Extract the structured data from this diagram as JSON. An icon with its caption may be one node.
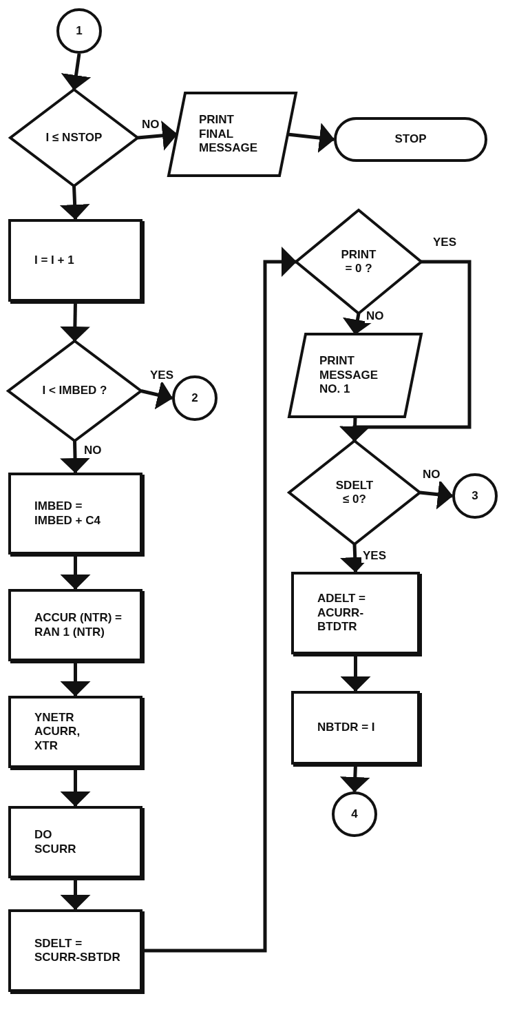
{
  "diagram": {
    "nodes": [
      {
        "text": [
          "1"
        ]
      },
      {
        "text": [
          "I ≤ NSTOP"
        ]
      },
      {
        "text": [
          "PRINT FINAL MESSAGE"
        ]
      },
      {
        "text": [
          "STOP"
        ]
      },
      {
        "text": [
          "I = I + 1"
        ]
      },
      {
        "text": [
          "I < IMBED ?"
        ]
      },
      {
        "text": [
          "2"
        ]
      },
      {
        "text": [
          "IMBED = IMBED + C4"
        ]
      },
      {
        "text": [
          "ACCUR (NTR) = RAN 1 (NTR)"
        ]
      },
      {
        "text": [
          "YNETR ACURR, XTR"
        ]
      },
      {
        "text": [
          "DO SCURR"
        ]
      },
      {
        "text": [
          "SDELT = SCURR-SBTDR"
        ]
      },
      {
        "text": [
          "PRINT = 0 ?"
        ]
      },
      {
        "text": [
          "PRINT MESSAGE NO. 1"
        ]
      },
      {
        "text": [
          "SDELT ≤ 0?"
        ]
      },
      {
        "text": [
          "3"
        ]
      },
      {
        "text": [
          "ADELT = ACURR- BTDTR"
        ]
      },
      {
        "text": [
          "NBTDR = I"
        ]
      },
      {
        "text": [
          "4"
        ]
      }
    ],
    "edges": [
      {
        "from": 0,
        "to": 1,
        "arrow": "to"
      },
      {
        "from": 1,
        "to": 2,
        "arrow": "to",
        "label": "NO"
      },
      {
        "from": 2,
        "to": 3,
        "arrow": "to"
      },
      {
        "from": 1,
        "to": 4,
        "arrow": "to"
      },
      {
        "from": 4,
        "to": 5,
        "arrow": "to"
      },
      {
        "from": 5,
        "to": 6,
        "arrow": "to",
        "label": "YES"
      },
      {
        "from": 5,
        "to": 7,
        "arrow": "to",
        "label": "NO"
      },
      {
        "from": 7,
        "to": 8,
        "arrow": "to"
      },
      {
        "from": 8,
        "to": 9,
        "arrow": "to"
      },
      {
        "from": 9,
        "to": 10,
        "arrow": "to"
      },
      {
        "from": 10,
        "to": 11,
        "arrow": "to"
      },
      {
        "from": 11,
        "to": 12,
        "arrow": "to"
      },
      {
        "from": 12,
        "to": 13,
        "arrow": "to",
        "label": "NO"
      },
      {
        "from": 12,
        "to": 14,
        "arrow": "to",
        "label": "YES"
      },
      {
        "from": 13,
        "to": 14,
        "arrow": "to"
      },
      {
        "from": 14,
        "to": 15,
        "arrow": "to",
        "label": "NO"
      },
      {
        "from": 14,
        "to": 16,
        "arrow": "to",
        "label": "YES"
      },
      {
        "from": 16,
        "to": 17,
        "arrow": "to"
      },
      {
        "from": 17,
        "to": 18,
        "arrow": "to"
      }
    ]
  }
}
